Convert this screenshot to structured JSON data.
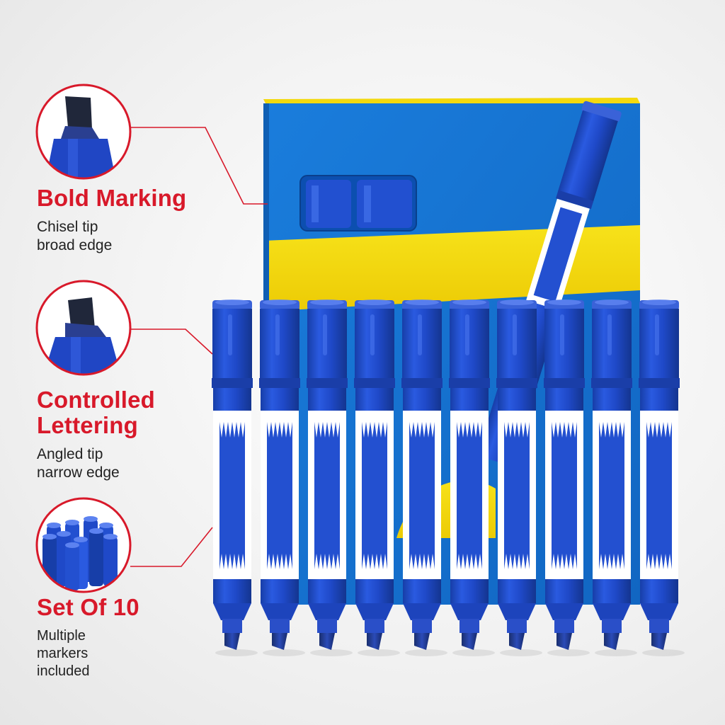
{
  "features": [
    {
      "title": "Bold Marking",
      "description": "Chisel tip\nbroad edge",
      "icon": "chisel-tip-closeup-icon"
    },
    {
      "title": "Controlled\nLettering",
      "description": "Angled tip\nnarrow edge",
      "icon": "angled-tip-closeup-icon"
    },
    {
      "title": "Set Of 10",
      "description": "Multiple\nmarkers\nincluded",
      "icon": "marker-caps-bundle-icon"
    }
  ],
  "product": {
    "marker_count": 10,
    "marker_color": "#1f49c8",
    "box_blue": "#1a78d6",
    "box_yellow": "#f5dd10",
    "accent_red": "#d8192a"
  }
}
